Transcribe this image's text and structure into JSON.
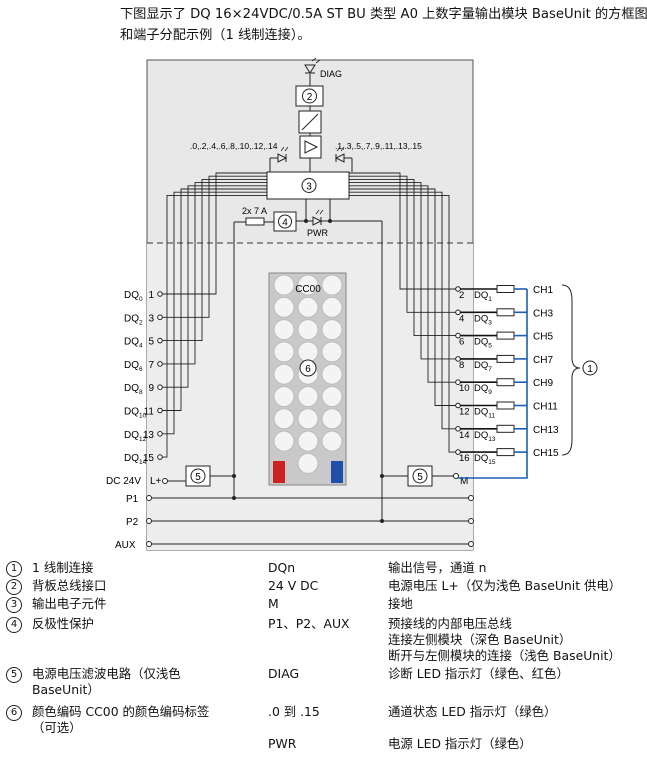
{
  "intro": {
    "line1": "下图显示了 DQ 16×24VDC/0.5A ST BU 类型 A0 上数字量输出模块 BaseUnit 的方框图",
    "line2": "和端子分配示例（1 线制连接）。"
  },
  "diagram": {
    "diag_label": "DIAG",
    "even_leds_label": ".0,.2,.4,.6,.8,.10,.12,.14",
    "odd_leds_label": ".1,.3,.5,.7,.9,.11,.13,.15",
    "fuse_label": "2x 7 A",
    "pwr_label": "PWR",
    "cc_label": "CC00",
    "badges": {
      "b1": "1",
      "b2": "2",
      "b3": "3",
      "b4": "4",
      "b5": "5",
      "b6": "6"
    },
    "left_terms": [
      {
        "name": "DQ",
        "sub": "0",
        "num": "1"
      },
      {
        "name": "DQ",
        "sub": "2",
        "num": "3"
      },
      {
        "name": "DQ",
        "sub": "4",
        "num": "5"
      },
      {
        "name": "DQ",
        "sub": "6",
        "num": "7"
      },
      {
        "name": "DQ",
        "sub": "8",
        "num": "9"
      },
      {
        "name": "DQ",
        "sub": "10",
        "num": "11"
      },
      {
        "name": "DQ",
        "sub": "12",
        "num": "13"
      },
      {
        "name": "DQ",
        "sub": "14",
        "num": "15"
      }
    ],
    "right_terms": [
      {
        "num": "2",
        "name": "DQ",
        "sub": "1",
        "ch": "CH1"
      },
      {
        "num": "4",
        "name": "DQ",
        "sub": "3",
        "ch": "CH3"
      },
      {
        "num": "6",
        "name": "DQ",
        "sub": "5",
        "ch": "CH5"
      },
      {
        "num": "8",
        "name": "DQ",
        "sub": "7",
        "ch": "CH7"
      },
      {
        "num": "10",
        "name": "DQ",
        "sub": "9",
        "ch": "CH9"
      },
      {
        "num": "12",
        "name": "DQ",
        "sub": "11",
        "ch": "CH11"
      },
      {
        "num": "14",
        "name": "DQ",
        "sub": "13",
        "ch": "CH13"
      },
      {
        "num": "16",
        "name": "DQ",
        "sub": "15",
        "ch": "CH15"
      }
    ],
    "dc_label": "DC 24V",
    "lplus_label": "L+",
    "m_label": "M",
    "p1_label": "P1",
    "p2_label": "P2",
    "aux_label": "AUX",
    "colors": {
      "frame": "#555555",
      "module_bg": "#e8e8e8",
      "wire_blue": "#1a5fb4",
      "red": "#cc2222",
      "blue": "#1f4fa8",
      "terminal_bg": "#d6d6d6"
    }
  },
  "legend": {
    "rows": [
      {
        "badge": "1",
        "desc": "1 线制连接",
        "term": "DQn",
        "meaning": [
          "输出信号，通道 n"
        ]
      },
      {
        "badge": "2",
        "desc": "背板总线接口",
        "term": "24 V DC",
        "meaning": [
          "电源电压 L+（仅为浅色 BaseUnit 供电）"
        ]
      },
      {
        "badge": "3",
        "desc": "输出电子元件",
        "term": "M",
        "meaning": [
          "接地"
        ]
      },
      {
        "badge": "4",
        "desc": "反极性保护",
        "term": "P1、P2、AUX",
        "meaning": [
          "预接线的内部电压总线",
          "连接左侧模块（深色 BaseUnit）",
          "断开与左侧模块的连接（浅色 BaseUnit）"
        ]
      },
      {
        "badge": "5",
        "desc": "电源电压滤波电路（仅浅色",
        "desc2": "BaseUnit）",
        "term": "DIAG",
        "meaning": [
          "诊断 LED 指示灯（绿色、红色）"
        ]
      },
      {
        "badge": "6",
        "desc": "颜色编码 CC00 的颜色编码标签",
        "desc2": "（可选）",
        "term": ".0 到 .15",
        "meaning": [
          "通道状态 LED 指示灯（绿色）"
        ]
      },
      {
        "badge": "",
        "desc": "",
        "term": "PWR",
        "meaning": [
          "电源 LED 指示灯（绿色）"
        ]
      }
    ]
  }
}
